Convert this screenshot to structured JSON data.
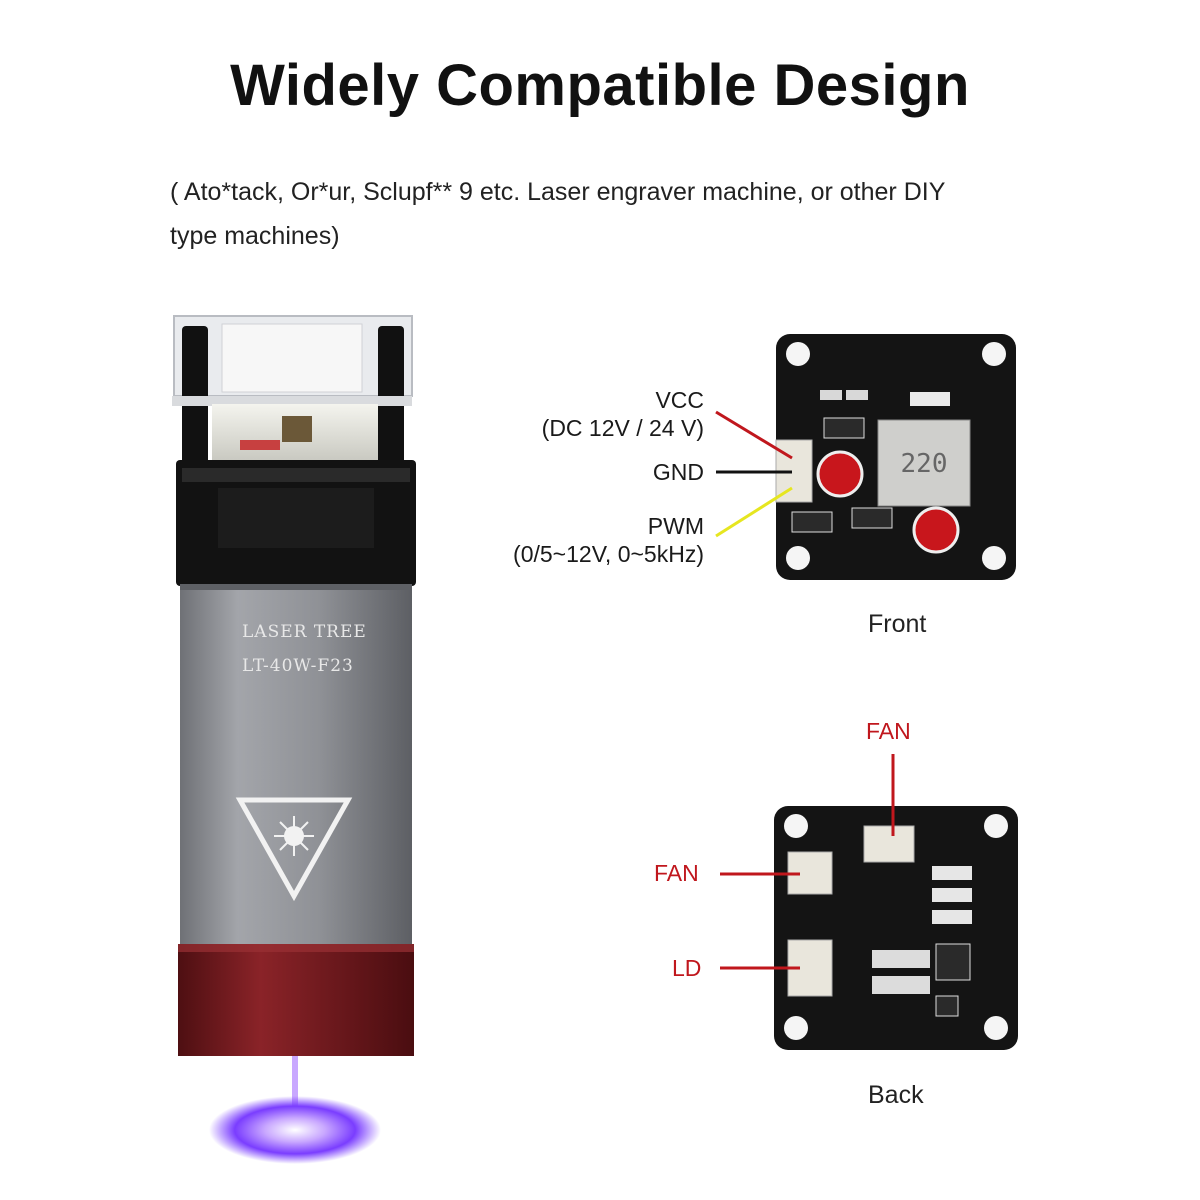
{
  "title": "Widely Compatible Design",
  "subtitle": {
    "line1": "( Ato*tack, Or*ur, Sclupf** 9 etc. Laser engraver machine, or other DIY",
    "line2": "type machines)"
  },
  "laser_module": {
    "brand": "LASER TREE",
    "model": "LT-40W-F23"
  },
  "front_board": {
    "caption": "Front",
    "inductor_marking": "220",
    "pins": [
      {
        "name": "VCC",
        "detail": "(DC 12V / 24 V)",
        "wire_color": "#c0171d"
      },
      {
        "name": "GND",
        "detail": "",
        "wire_color": "#111111"
      },
      {
        "name": "PWM",
        "detail": "(0/5~12V, 0~5kHz)",
        "wire_color": "#e6e620"
      }
    ]
  },
  "back_board": {
    "caption": "Back",
    "connectors": [
      {
        "label": "FAN",
        "color": "#c0171d"
      },
      {
        "label": "FAN",
        "color": "#c0171d"
      },
      {
        "label": "LD",
        "color": "#c0171d"
      }
    ]
  },
  "colors": {
    "label_red": "#c0171d",
    "board_black": "#141414",
    "housing_gray": "#8e9096",
    "lens_red": "#7a1a1e",
    "laser_violet": "#8a4dff"
  }
}
